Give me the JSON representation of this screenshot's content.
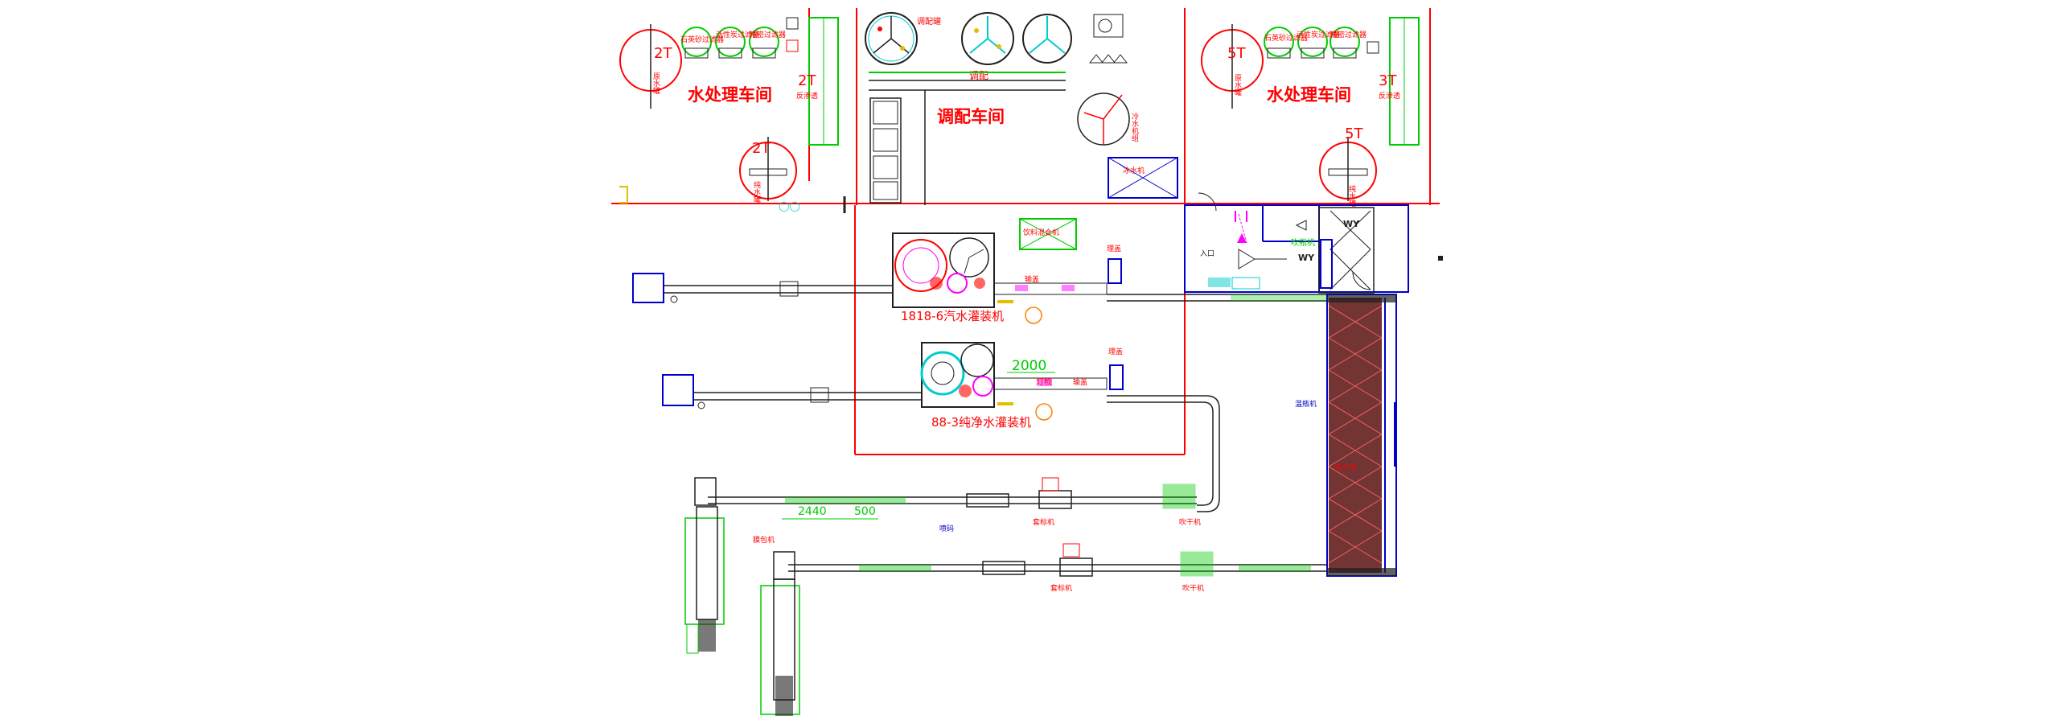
{
  "labels": {
    "tank_2t_left": "2T",
    "tank_2t_left_sub": "原水罐",
    "filter_quartz_left": "石英砂过滤器",
    "filter_carbon_left": "活性炭过滤器",
    "filter_precision_left": "精密过滤器",
    "water_workshop_left": "水处理车间",
    "tank_2t_ro_left": "2T",
    "ro_left_sub": "反渗透",
    "tank_2t_pure_left": "2T",
    "tank_2t_pure_left_sub": "纯水罐",
    "mixing_tank_a": "调配罐",
    "mixing_label": "调配",
    "mixing_workshop": "调配车间",
    "cooling_tower": "冷水机组",
    "ice_water": "冰水机",
    "tank_5t_right": "5T",
    "tank_5t_right_sub": "原水罐",
    "filter_quartz_right": "石英砂过滤器",
    "filter_carbon_right": "活性炭过滤器",
    "filter_precision_right": "精密过滤器",
    "water_workshop_right": "水处理车间",
    "tank_3t_ro_right": "3T",
    "ro_right_sub": "反渗透",
    "tank_5t_pure_right": "5T",
    "tank_5t_pure_right_sub": "纯水罐",
    "bottle_blower": "吹瓶机",
    "air_mixer": "饮料混合机",
    "cap_feeder_1": "理盖",
    "cap_conv_1": "输盖",
    "filler_1": "1818-6汽水灌装机",
    "dim_2000": "2000",
    "light_check": "灯检",
    "cap_feeder_2": "理盖",
    "cap_conv_2": "输盖",
    "filler_2": "88-3纯净水灌装机",
    "warmer": "温瓶机",
    "dryer_right": "吹干机",
    "dim_2440": "2440",
    "dim_500": "500",
    "spray_code": "喷码",
    "labeler_1": "套标机",
    "dryer_1": "吹干机",
    "film_wrapper": "膜包机",
    "labeler_2": "套标机",
    "dryer_2": "吹干机",
    "ann_ww": "WY",
    "ann_ww2": "WY",
    "entrance": "入口"
  },
  "colors": {
    "red": "#ff0000",
    "green": "#00cc00",
    "blue": "#0000cc",
    "magenta": "#ff00ff",
    "cyan": "#00cccc",
    "yellow": "#e0c000",
    "dark": "#202020"
  }
}
